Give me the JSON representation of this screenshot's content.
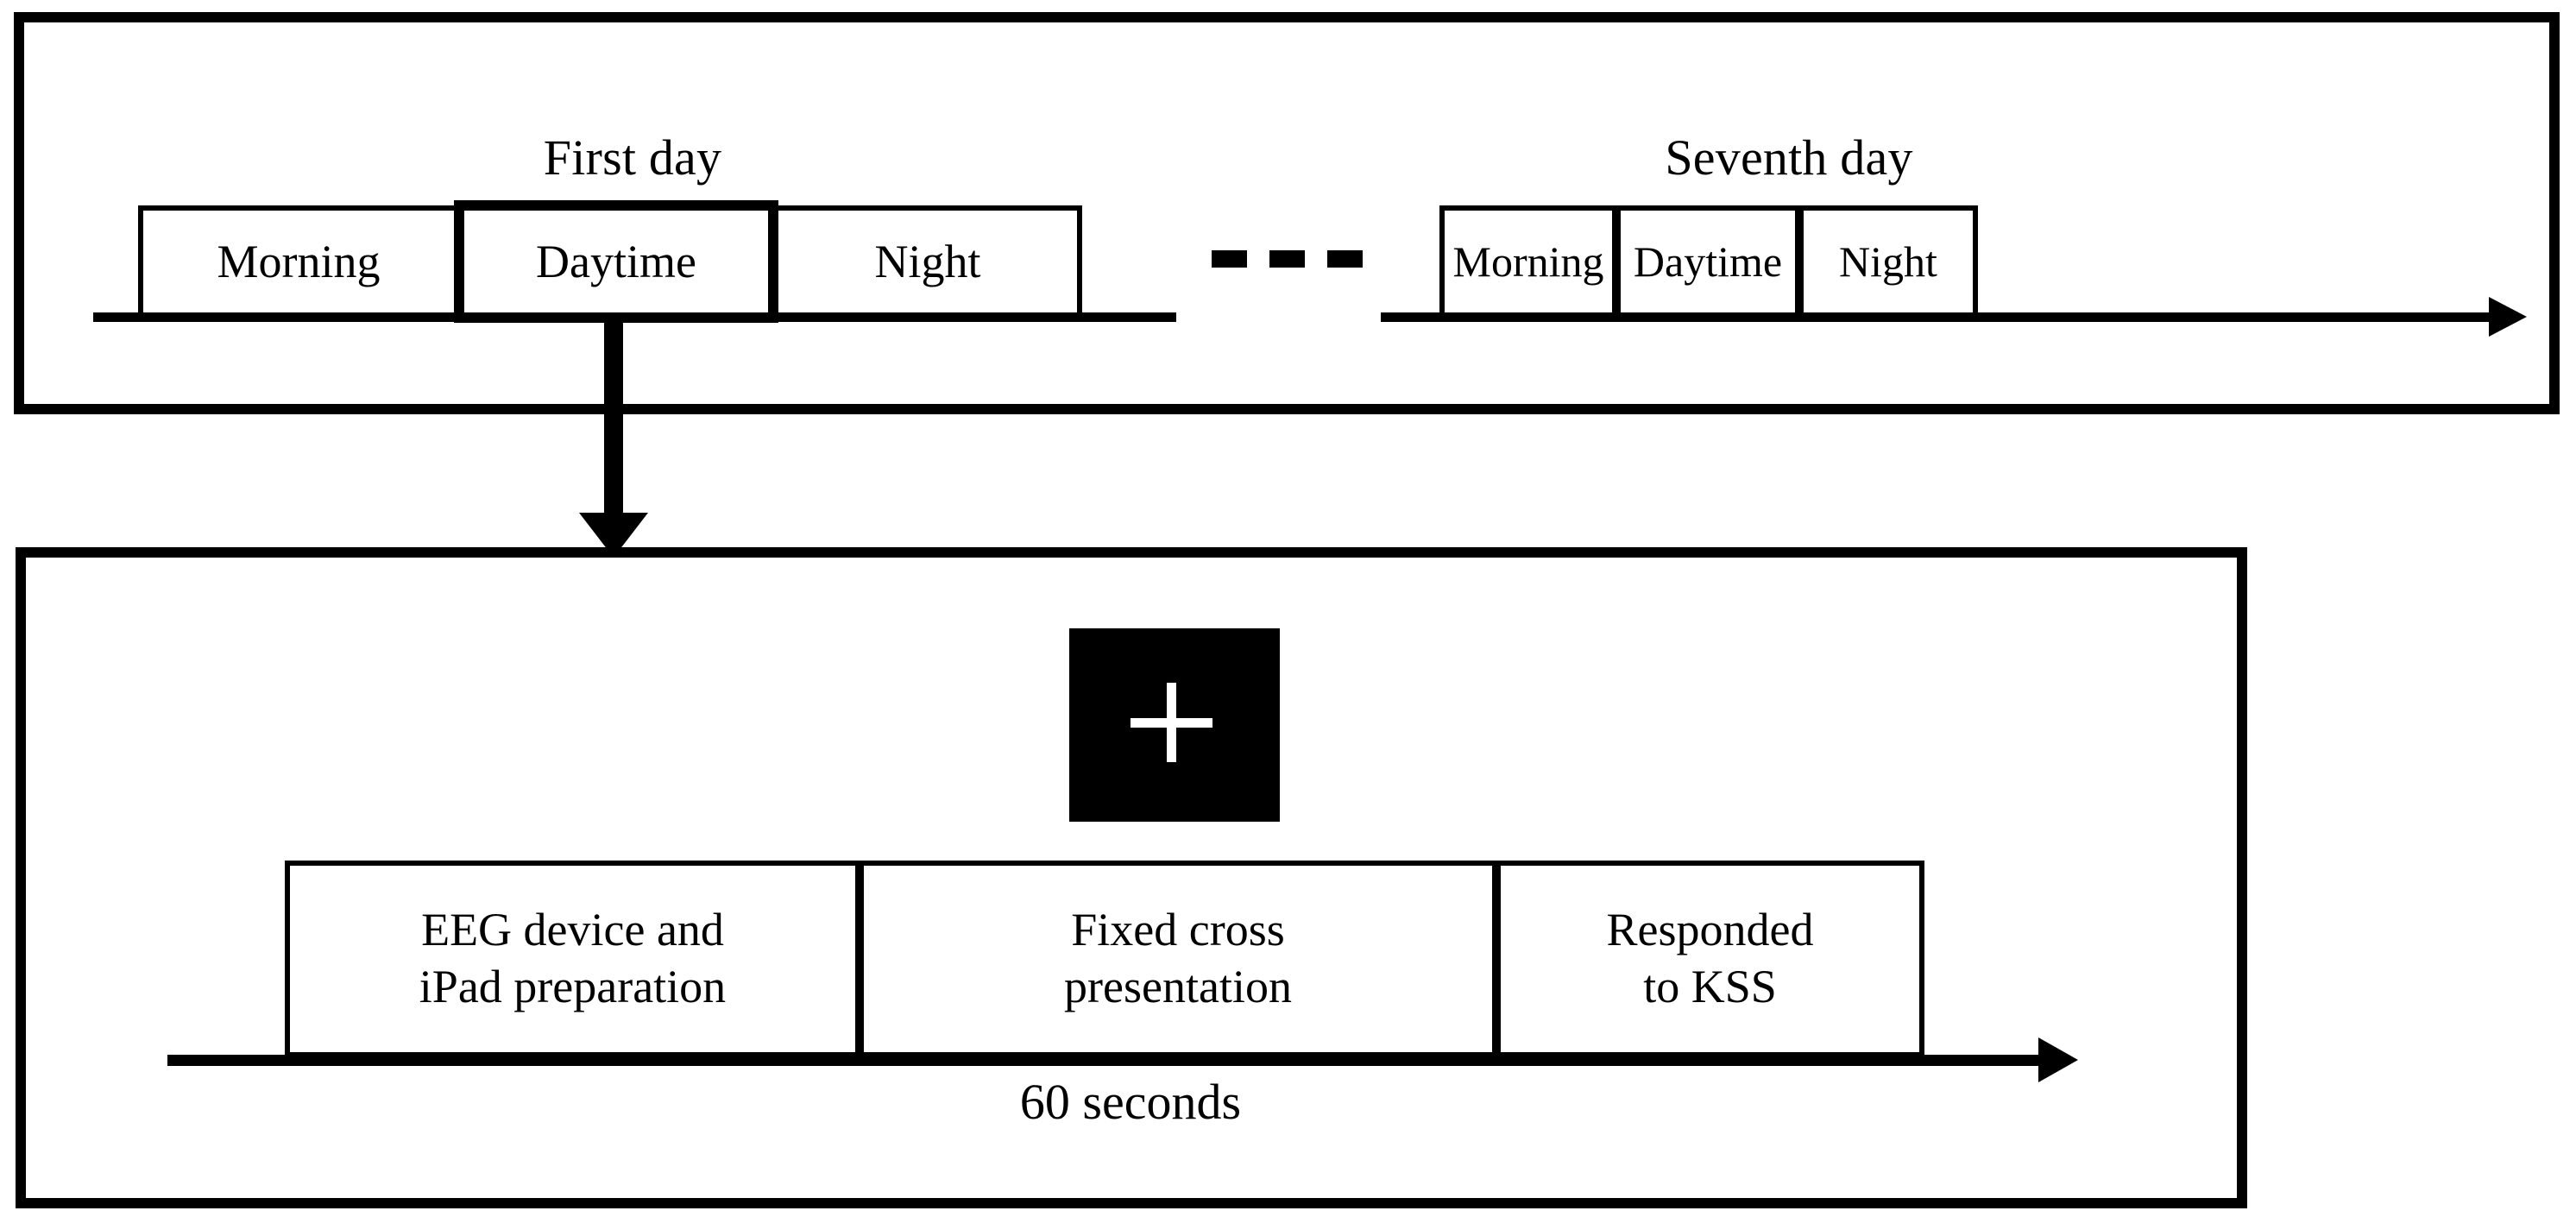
{
  "figure": {
    "type": "experimental-protocol-diagram",
    "colors": {
      "ink": "#000000",
      "background": "#ffffff",
      "stimulus_background": "#000000",
      "stimulus_cross": "#ffffff"
    }
  },
  "protocol": {
    "day_groups": [
      {
        "title": "First day",
        "phases": [
          {
            "label": "Morning",
            "highlighted": false
          },
          {
            "label": "Daytime",
            "highlighted": true
          },
          {
            "label": "Night",
            "highlighted": false
          }
        ]
      },
      {
        "title": "Seventh day",
        "phases": [
          {
            "label": "Morning",
            "highlighted": false
          },
          {
            "label": "Daytime",
            "highlighted": false
          },
          {
            "label": "Night",
            "highlighted": false
          }
        ]
      }
    ],
    "continuation_marker": "- - -",
    "continuation_dashes": 3
  },
  "trial": {
    "stimulus": {
      "icon": "fixation-cross",
      "glyph": "+"
    },
    "stages": [
      {
        "line1": "EEG device and",
        "line2": "iPad preparation"
      },
      {
        "line1": "Fixed cross",
        "line2": "presentation"
      },
      {
        "line1": "Responded",
        "line2": "to KSS"
      }
    ],
    "duration_label": "60 seconds"
  }
}
